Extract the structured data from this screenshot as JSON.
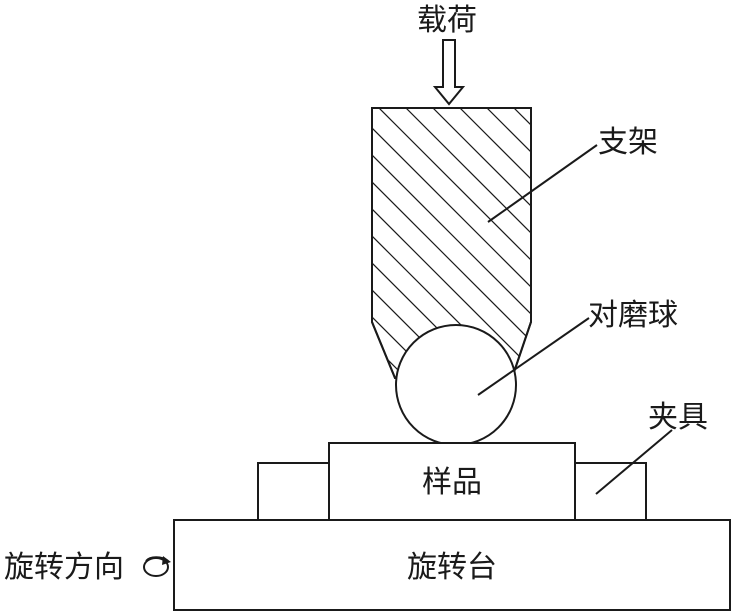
{
  "labels": {
    "load": "载荷",
    "holder": "支架",
    "ball": "对磨球",
    "fixture": "夹具",
    "sample": "样品",
    "turntable": "旋转台",
    "rotation_direction": "旋转方向"
  },
  "icons": {
    "load_arrow": "down-arrow-icon",
    "rotation": "rotation-arrow-icon"
  }
}
